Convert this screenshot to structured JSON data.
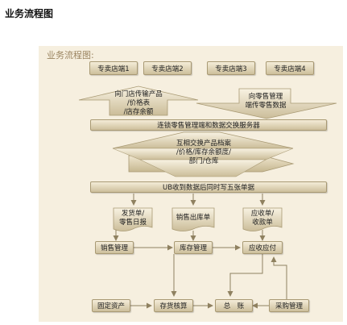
{
  "page_title": "业务流程图",
  "diagram": {
    "title": "业务流程图:",
    "stores": [
      "专卖店端1",
      "专卖店端2",
      "专卖店端3",
      "专卖店端4"
    ],
    "upload_arrow": {
      "lines": [
        "向门店传输产品",
        "/价格表",
        "/店存余额"
      ]
    },
    "download_arrow": {
      "lines": [
        "向零售管理",
        "端传零售数据"
      ]
    },
    "server_bar": "连锁零售管理端和数据交换服务器",
    "exchange_block": {
      "lines": [
        "互相交换产品档案",
        "/价格/库存余额度/",
        "部门/仓库"
      ]
    },
    "receive_bar": "UB收到数据后同时写五张单据",
    "documents": [
      {
        "lines": [
          "发货单/",
          "零售日报"
        ]
      },
      {
        "lines": [
          "销售出库单"
        ]
      },
      {
        "lines": [
          "应收单/",
          "收款单"
        ]
      }
    ],
    "mid_row": [
      "销售管理",
      "库存管理",
      "应收应付"
    ],
    "bottom_row": [
      "固定资产",
      "存货核算",
      "总　账",
      "采购管理"
    ]
  },
  "colors": {
    "panel": "#f6efdf",
    "box_top": "#f4ecd8",
    "box_bottom": "#cdbf9c",
    "line": "#8f8160"
  }
}
